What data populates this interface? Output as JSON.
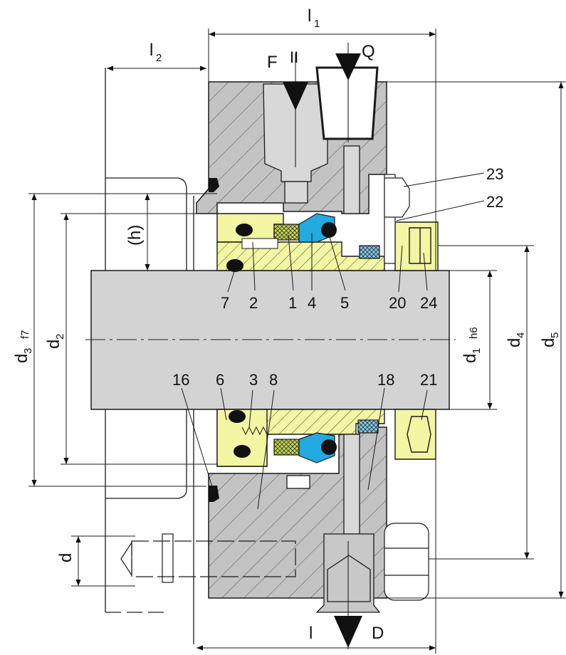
{
  "colors": {
    "housing": "#c3c3c3",
    "shaft": "#d3d3d3",
    "sleeve_yellow": "#f3f6a2",
    "seal_face_blue": "#24a9e0",
    "seat_green": "#c4d64a",
    "o_ring": "#111111",
    "line": "#1a1a1a",
    "background": "#ffffff"
  },
  "dimensions": {
    "l1": {
      "main": "l",
      "sub": "1"
    },
    "l2": {
      "main": "l",
      "sub": "2"
    },
    "l": "l",
    "d": "d",
    "d1": {
      "main": "d",
      "sub": "1",
      "tol": "h6"
    },
    "d2": {
      "main": "d",
      "sub": "2"
    },
    "d3": {
      "main": "d",
      "sub": "3",
      "tol": "f7"
    },
    "d4": {
      "main": "d",
      "sub": "4"
    },
    "d5": {
      "main": "d",
      "sub": "5"
    },
    "h": "(h)"
  },
  "ports": {
    "F": "F",
    "Q": "Q",
    "D": "D",
    "II": "II"
  },
  "part_numbers": {
    "p1": "1",
    "p2": "2",
    "p3": "3",
    "p4": "4",
    "p5": "5",
    "p6": "6",
    "p7": "7",
    "p8": "8",
    "p16": "16",
    "p18": "18",
    "p20": "20",
    "p21": "21",
    "p22": "22",
    "p23": "23",
    "p24": "24"
  }
}
